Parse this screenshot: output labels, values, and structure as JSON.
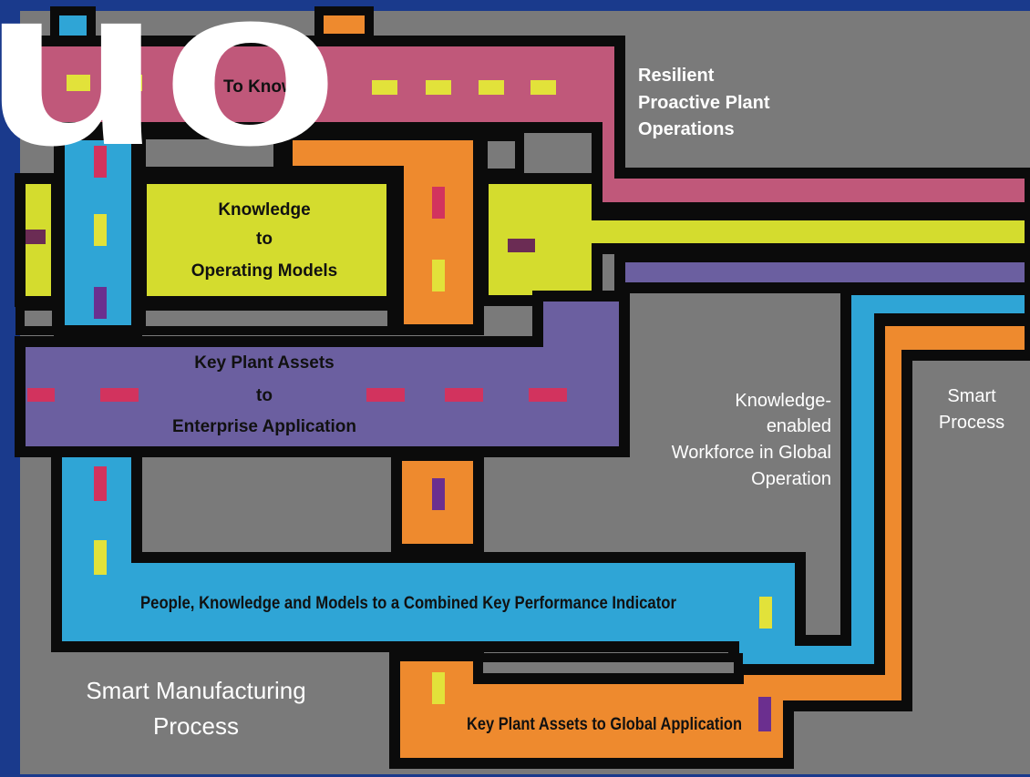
{
  "colors": {
    "background_frame": "#1a3a8c",
    "panel": "#7a7a7a",
    "road_edge": "#0b0b0b",
    "pink": "#c0587a",
    "yellow_green": "#d4dc2e",
    "purple": "#6b5fa0",
    "blue": "#2fa5d6",
    "orange": "#ee8a2e",
    "dash_red": "#d2335e",
    "dash_maroon": "#6b2c54",
    "dash_yellow": "#e2e23a",
    "dash_purple": "#6b2f8f"
  },
  "watermark": {
    "text": "uo"
  },
  "labels": {
    "pink_road": "To Know",
    "operating_models_1": "Knowledge",
    "operating_models_2": "to",
    "operating_models_3": "Operating Models",
    "enterprise_1": "Key Plant Assets",
    "enterprise_2": "to",
    "enterprise_3": "Enterprise Application",
    "kpi": "People, Knowledge and Models to a Combined Key Performance Indicator",
    "global_app": "Key Plant Assets to Global Application",
    "resilient_1": "Resilient",
    "resilient_2": "Proactive Plant",
    "resilient_3": "Operations",
    "workforce_1": "Knowledge-",
    "workforce_2": "enabled",
    "workforce_3": "Workforce in Global",
    "workforce_4": "Operation",
    "smart_process_1": "Smart",
    "smart_process_2": "Process",
    "smart_mfg_1": "Smart Manufacturing",
    "smart_mfg_2": "Process"
  }
}
